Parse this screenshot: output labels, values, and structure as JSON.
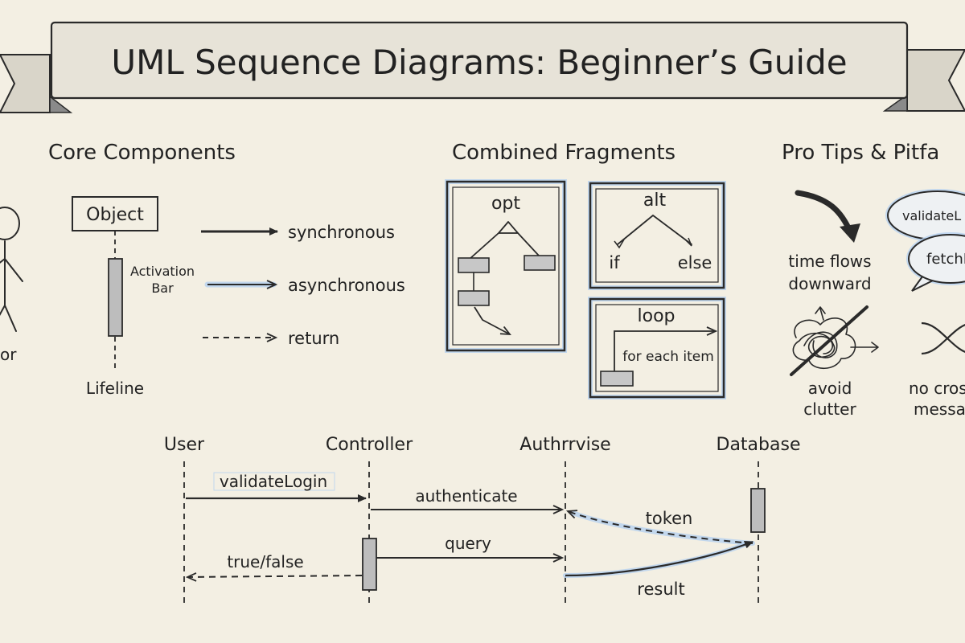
{
  "banner": {
    "title": "UML Sequence Diagrams: Beginner’s Guide"
  },
  "sections": {
    "core": {
      "heading": "Core Components",
      "actor": "or",
      "object": "Object",
      "activation": [
        "Activation",
        "Bar"
      ],
      "lifeline": "Lifeline",
      "messages": {
        "sync": "synchronous",
        "async": "asynchronous",
        "return": "return"
      }
    },
    "fragments": {
      "heading": "Combined Fragments",
      "opt": "opt",
      "alt": "alt",
      "alt_if": "if",
      "alt_else": "else",
      "loop": "loop",
      "loop_guard": "for each item"
    },
    "tips": {
      "heading": "Pro Tips & Pitfa",
      "flow": [
        "time flows",
        "downward"
      ],
      "bubble1": "validateL",
      "bubble2": "fetchD",
      "clutter": [
        "avoid",
        "clutter"
      ],
      "cross": [
        "no cros",
        "messa"
      ]
    }
  },
  "example": {
    "participants": [
      "User",
      "Controller",
      "Authrrvise",
      "Database"
    ],
    "messages": {
      "validateLogin": "validateLogin",
      "authenticate": "authenticate",
      "token": "token",
      "query": "query",
      "truefalse": "true/false",
      "result": "result"
    }
  },
  "colors": {
    "paper": "#f3efe3",
    "ink": "#2a2a2a",
    "highlight": "#b9d2ee",
    "bar": "#bdbdbd"
  }
}
